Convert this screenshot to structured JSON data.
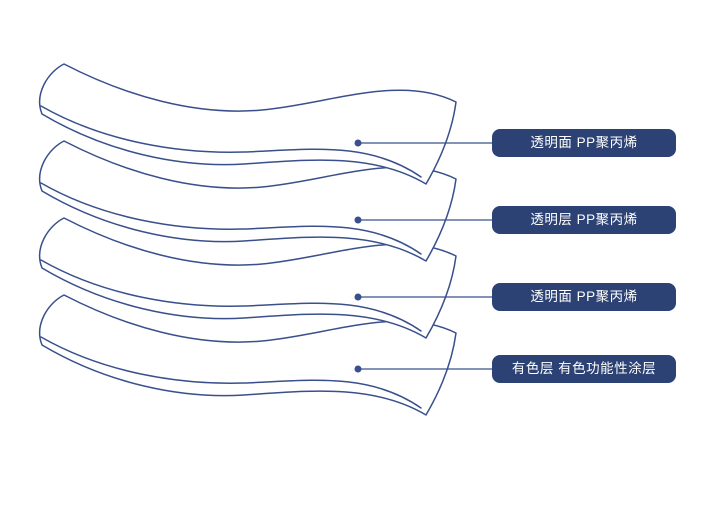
{
  "diagram": {
    "type": "layer-stack",
    "colors": {
      "accent": "#2d4274",
      "outline": "#39508c",
      "background": "#ffffff",
      "label_text": "#ffffff"
    },
    "layers": [
      {
        "label": "透明面 PP聚丙烯"
      },
      {
        "label": "透明层 PP聚丙烯"
      },
      {
        "label": "透明面 PP聚丙烯"
      },
      {
        "label": "有色层 有色功能性涂层"
      }
    ]
  }
}
